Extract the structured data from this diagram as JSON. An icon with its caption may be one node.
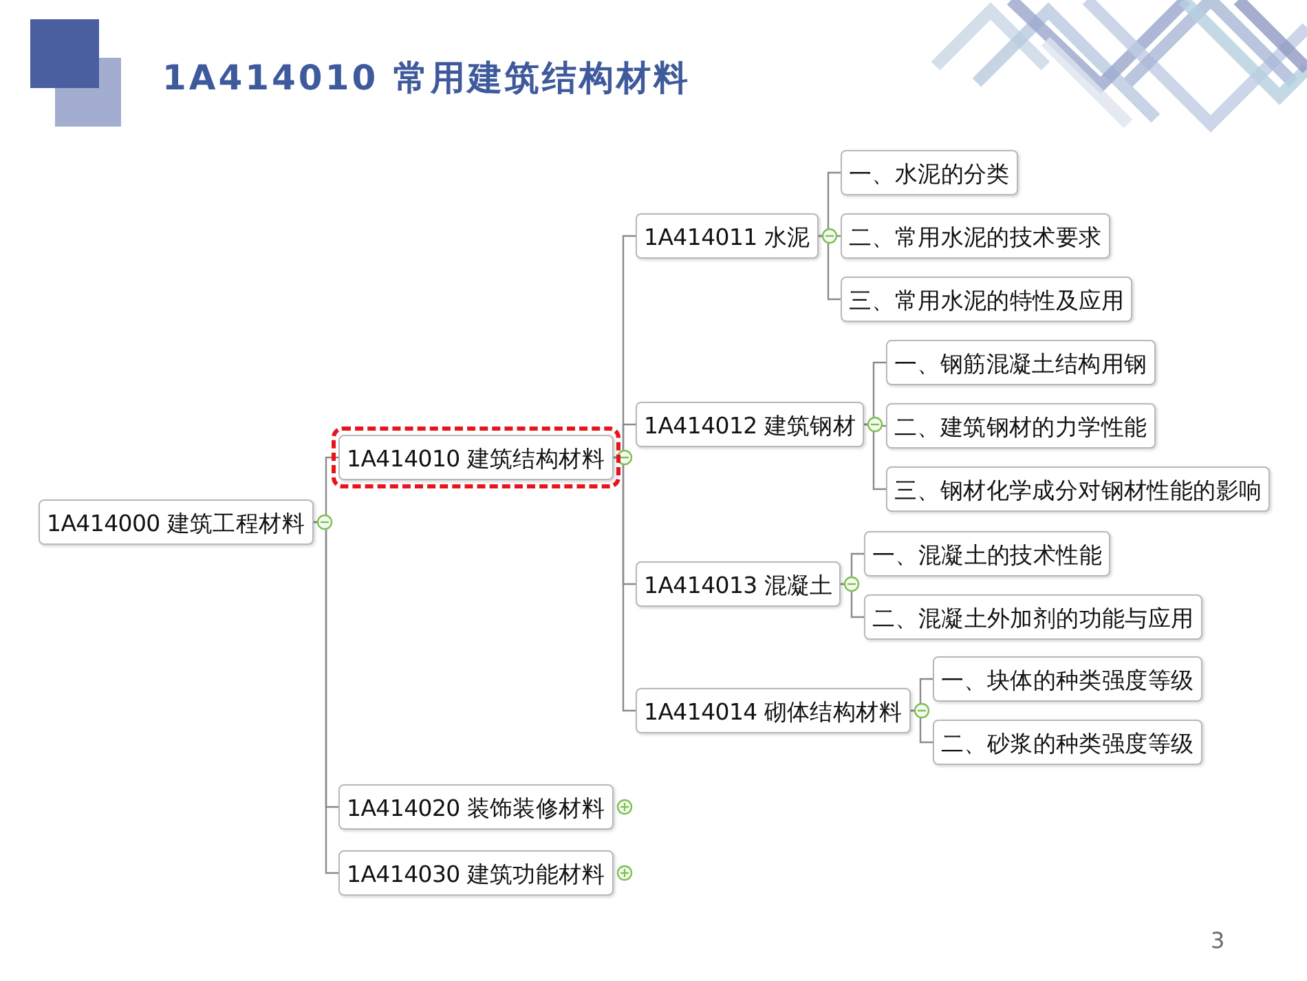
{
  "diagram": {
    "title": "1A414010 常用建筑结构材料",
    "nodes": [
      {
        "text": [
          "1A414000 建筑工程材料"
        ]
      },
      {
        "text": [
          "1A414010 建筑结构材料"
        ]
      },
      {
        "text": [
          "1A414011 水泥"
        ]
      },
      {
        "text": [
          "一、水泥的分类"
        ]
      },
      {
        "text": [
          "二、常用水泥的技术要求"
        ]
      },
      {
        "text": [
          "三、常用水泥的特性及应用"
        ]
      },
      {
        "text": [
          "1A414012 建筑钢材"
        ]
      },
      {
        "text": [
          "一、钢筋混凝土结构用钢"
        ]
      },
      {
        "text": [
          "二、建筑钢材的力学性能"
        ]
      },
      {
        "text": [
          "三、钢材化学成分对钢材性能的影响"
        ]
      },
      {
        "text": [
          "1A414013 混凝土"
        ]
      },
      {
        "text": [
          "一、混凝土的技术性能"
        ]
      },
      {
        "text": [
          "二、混凝土外加剂的功能与应用"
        ]
      },
      {
        "text": [
          "1A414014 砌体结构材料"
        ]
      },
      {
        "text": [
          "一、块体的种类强度等级"
        ]
      },
      {
        "text": [
          "二、砂浆的种类强度等级"
        ]
      },
      {
        "text": [
          "1A414020 装饰装修材料"
        ]
      },
      {
        "text": [
          "1A414030 建筑功能材料"
        ]
      }
    ],
    "edges": [
      {
        "from": 0,
        "to": 1,
        "arrow": "none"
      },
      {
        "from": 0,
        "to": 16,
        "arrow": "none"
      },
      {
        "from": 0,
        "to": 17,
        "arrow": "none"
      },
      {
        "from": 1,
        "to": 2,
        "arrow": "none"
      },
      {
        "from": 1,
        "to": 6,
        "arrow": "none"
      },
      {
        "from": 1,
        "to": 10,
        "arrow": "none"
      },
      {
        "from": 1,
        "to": 13,
        "arrow": "none"
      },
      {
        "from": 2,
        "to": 3,
        "arrow": "none"
      },
      {
        "from": 2,
        "to": 4,
        "arrow": "none"
      },
      {
        "from": 2,
        "to": 5,
        "arrow": "none"
      },
      {
        "from": 6,
        "to": 7,
        "arrow": "none"
      },
      {
        "from": 6,
        "to": 8,
        "arrow": "none"
      },
      {
        "from": 6,
        "to": 9,
        "arrow": "none"
      },
      {
        "from": 10,
        "to": 11,
        "arrow": "none"
      },
      {
        "from": 10,
        "to": 12,
        "arrow": "none"
      },
      {
        "from": 13,
        "to": 14,
        "arrow": "none"
      },
      {
        "from": 13,
        "to": 15,
        "arrow": "none"
      }
    ],
    "labels": [
      "3"
    ]
  }
}
